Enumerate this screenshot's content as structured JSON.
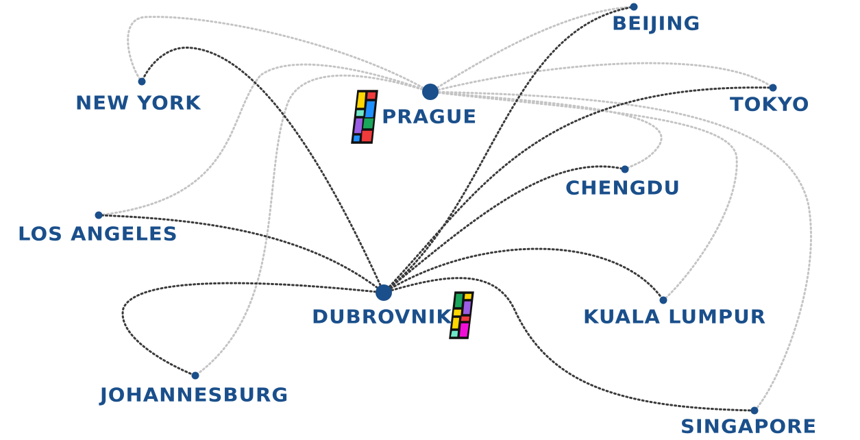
{
  "title": "Prague and Dubrovnik connections",
  "colors": {
    "node": "#1a4f8b",
    "prague_links": "#c4c4c4",
    "dubrovnik_links": "#3a3a3a"
  },
  "hubs": {
    "prague": "PRAGUE",
    "dubrovnik": "DUBROVNIK"
  },
  "cities": {
    "beijing": "BEIJING",
    "new_york": "NEW YORK",
    "tokyo": "TOKYO",
    "chengdu": "CHENGDU",
    "los_angeles": "LOS ANGELES",
    "kuala_lumpur": "KUALA LUMPUR",
    "johannesburg": "JOHANNESBURG",
    "singapore": "SINGAPORE"
  }
}
